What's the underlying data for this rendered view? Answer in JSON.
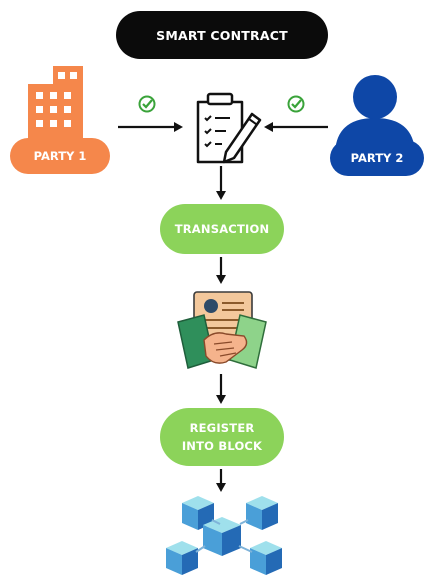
{
  "title": "SMART CONTRACT",
  "party1": {
    "label": "PARTY 1"
  },
  "party2": {
    "label": "PARTY 2"
  },
  "steps": {
    "transaction": "TRANSACTION",
    "register_line1": "REGISTER",
    "register_line2": "INTO BLOCK"
  },
  "icons": {
    "party1": "office-building-icon",
    "party2": "person-icon",
    "contract": "document-pen-icon",
    "agreement": "handshake-certificate-icon",
    "blocks": "blockchain-cubes-icon",
    "approval": "check-circle-icon"
  },
  "colors": {
    "title_bg": "#0b0b0b",
    "party1": "#f5874b",
    "party2": "#0e47a7",
    "step_bg": "#8cd35a",
    "check": "#3aa33a",
    "cube_light": "#9fe0ec",
    "cube_mid": "#4a9fd8",
    "cube_dark": "#246ab5"
  }
}
